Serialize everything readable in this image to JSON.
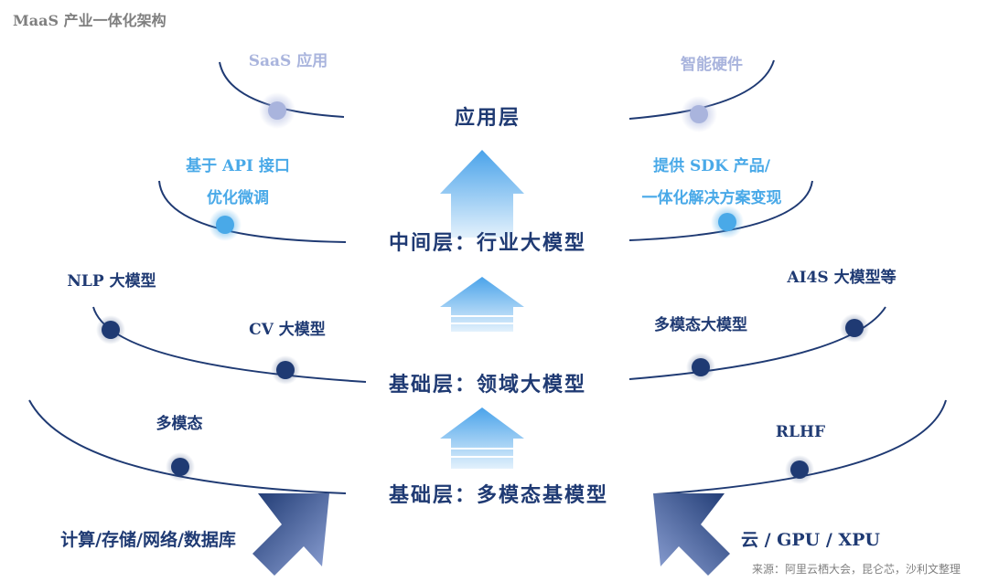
{
  "title": "MaaS 产业一体化架构",
  "layers": {
    "application": "应用层",
    "middle": "中间层：行业大模型",
    "base_domain": "基础层：领域大模型",
    "base_foundation": "基础层：多模态基模型"
  },
  "nodes": {
    "saas": "SaaS 应用",
    "smart_hardware": "智能硬件",
    "api_line1": "基于 API 接口",
    "api_line2": "优化微调",
    "sdk_line1": "提供 SDK 产品/",
    "sdk_line2": "一体化解决方案变现",
    "nlp": "NLP 大模型",
    "cv": "CV 大模型",
    "ai4s": "AI4S 大模型等",
    "multimodal_large": "多模态大模型",
    "multimodal": "多模态",
    "rlhf": "RLHF"
  },
  "bottom": {
    "left": "计算/存储/网络/数据库",
    "right": "云 / GPU / XPU"
  },
  "source": "来源：阿里云栖大会，昆仑芯，沙利文整理",
  "colors": {
    "navy": "#1f3a73",
    "light_dot": "#a9b4dd",
    "mid_dot": "#49a9e8",
    "arrow_light": "#6fb4ee"
  }
}
